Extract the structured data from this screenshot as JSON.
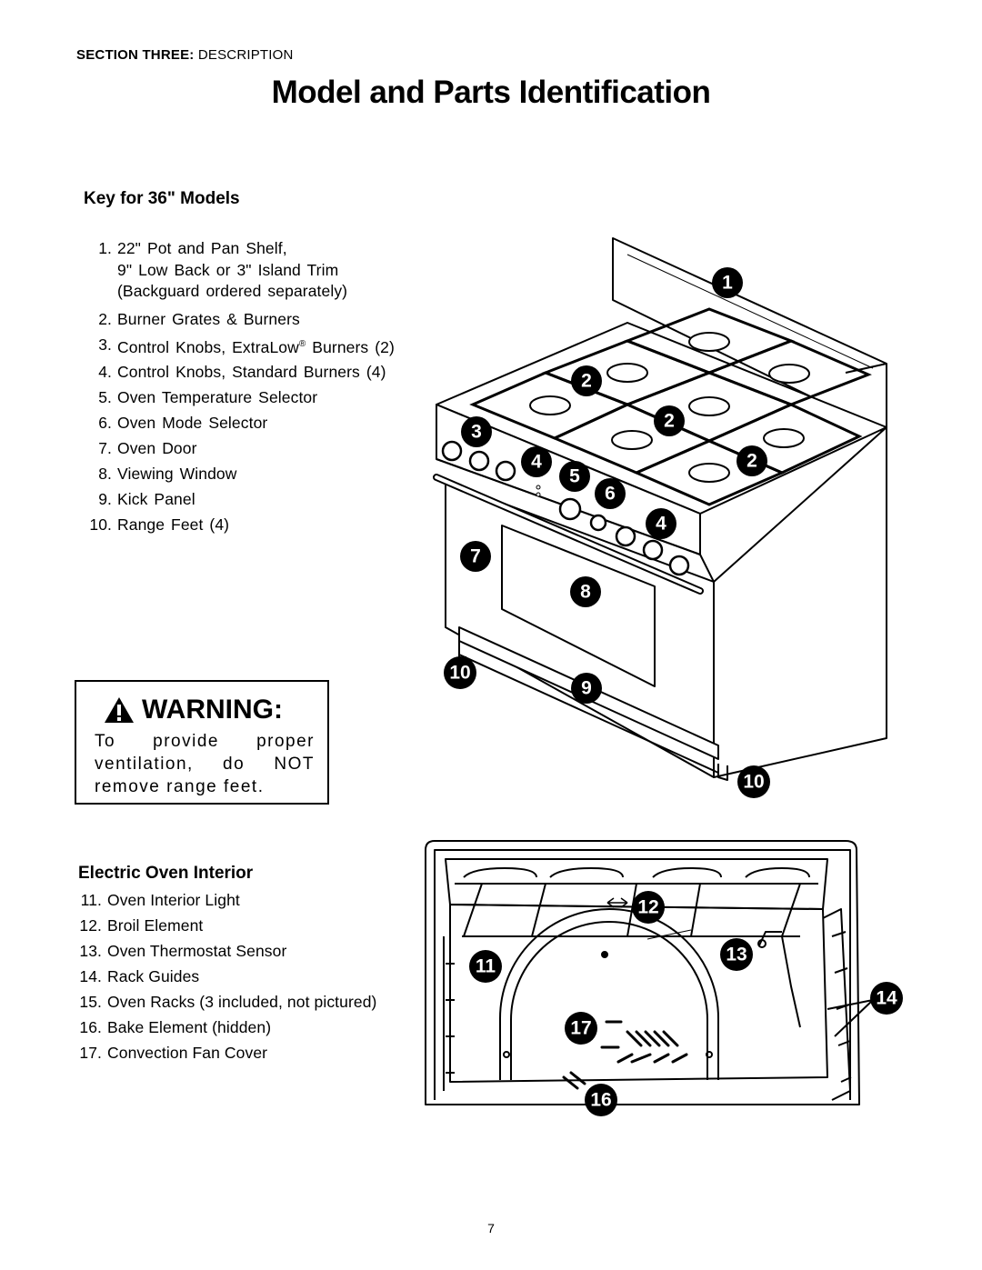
{
  "section_header": {
    "bold": "SECTION THREE:",
    "rest": " DESCRIPTION"
  },
  "title": "Model and Parts Identification",
  "key_36": {
    "heading": "Key for 36\" Models",
    "items": [
      {
        "num": "1.",
        "text": "22\" Pot and Pan Shelf,\n9\" Low Back or 3\" Island Trim\n(Backguard  ordered  separately)"
      },
      {
        "num": "2.",
        "text": "Burner  Grates  &  Burners"
      },
      {
        "num": "3.",
        "text": "Control  Knobs,  ExtraLow",
        "sup": "®",
        "text_after": "  Burners  (2)"
      },
      {
        "num": "4.",
        "text": "Control  Knobs,  Standard  Burners  (4)"
      },
      {
        "num": "5.",
        "text": "Oven  Temperature  Selector"
      },
      {
        "num": "6.",
        "text": "Oven  Mode  Selector"
      },
      {
        "num": "7.",
        "text": "Oven  Door"
      },
      {
        "num": "8.",
        "text": "Viewing  Window"
      },
      {
        "num": "9.",
        "text": "Kick  Panel"
      },
      {
        "num": "10.",
        "text": "Range  Feet  (4)"
      }
    ]
  },
  "warning": {
    "title": "WARNING:",
    "text": "To provide proper ventilation, do NOT remove range feet."
  },
  "oven_interior": {
    "heading": "Electric Oven Interior",
    "items": [
      {
        "num": "11.",
        "text": "Oven Interior Light"
      },
      {
        "num": "12.",
        "text": "Broil Element"
      },
      {
        "num": "13.",
        "text": "Oven Thermostat Sensor"
      },
      {
        "num": "14.",
        "text": "Rack Guides"
      },
      {
        "num": "15.",
        "text": "Oven Racks (3 included, not pictured)"
      },
      {
        "num": "16.",
        "text": "Bake Element (hidden)"
      },
      {
        "num": "17.",
        "text": "Convection Fan Cover"
      }
    ]
  },
  "range_callouts": [
    "1",
    "2",
    "2",
    "2",
    "3",
    "4",
    "4",
    "5",
    "6",
    "7",
    "8",
    "9",
    "10",
    "10"
  ],
  "oven_callouts": [
    "11",
    "12",
    "13",
    "14",
    "16",
    "17"
  ],
  "page_number": "7"
}
